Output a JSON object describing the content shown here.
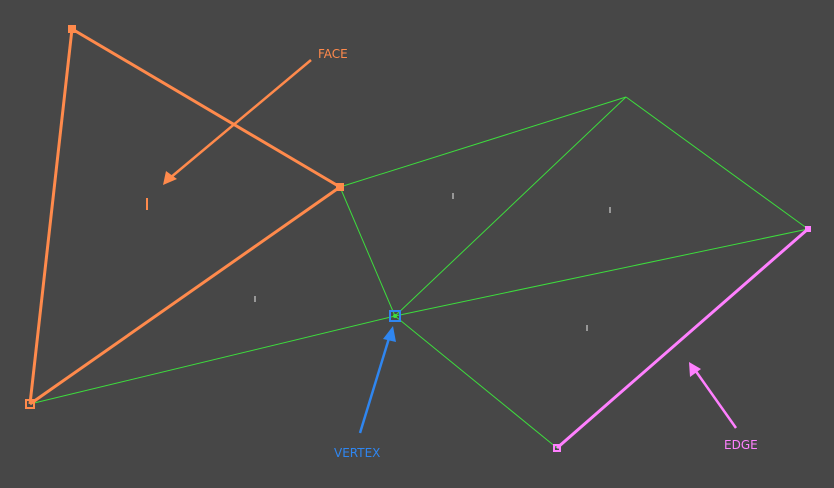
{
  "colors": {
    "background": "#474747",
    "mesh_edge": "#3ddc3d",
    "face": "#ff8a4c",
    "vertex": "#2f86f0",
    "edge": "#ff80ff",
    "face_dot": "#e8e8e8"
  },
  "labels": {
    "face": "FACE",
    "vertex": "VERTEX",
    "edge": "EDGE"
  }
}
